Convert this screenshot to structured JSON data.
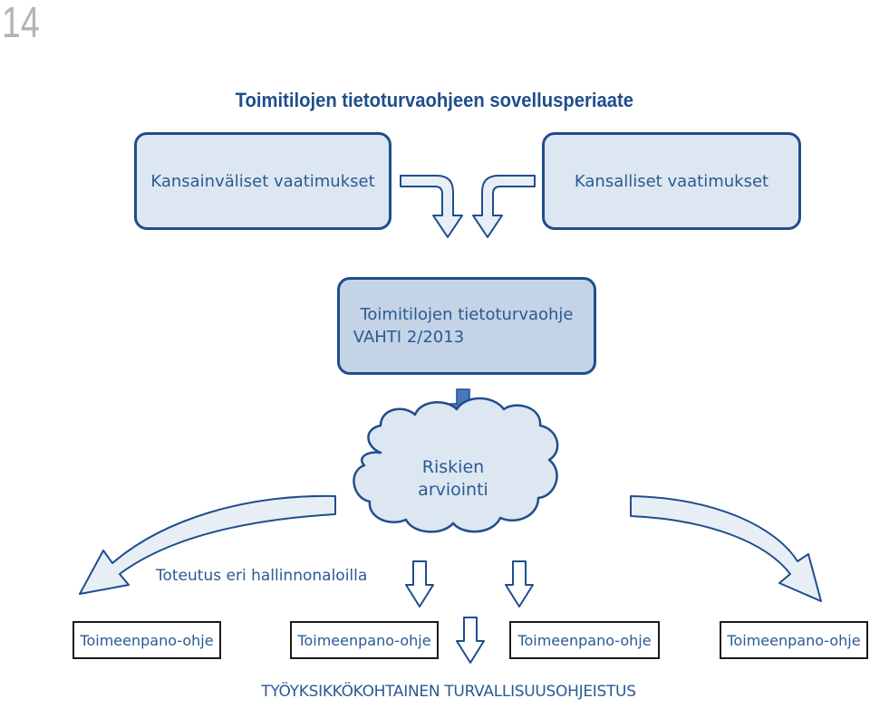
{
  "page_number": "14",
  "title": "Toimitilojen tietoturvaohjeen sovellusperiaate",
  "boxes": {
    "international": "Kansainväliset vaatimukset",
    "national": "Kansalliset vaatimukset",
    "guide_line1": "Toimitilojen tietoturvaohje",
    "guide_line2": "VAHTI 2/2013"
  },
  "cloud": {
    "line1": "Riskien",
    "line2": "arviointi"
  },
  "implementation_label": "Toteutus eri hallinnonaloilla",
  "instruction_boxes": [
    "Toimeenpano-ohje",
    "Toimeenpano-ohje",
    "Toimeenpano-ohje",
    "Toimeenpano-ohje"
  ],
  "footer": "TYÖYKSIKKÖKOHTAINEN TURVALLISUUSOHJEISTUS",
  "colors": {
    "primary": "#1f4e8c",
    "text": "#2a5a92",
    "box_light": "#dde7f2",
    "box_mid": "#c4d4e6",
    "arrow_fill": "#e8eef5",
    "arrow_solid": "#4a78b8"
  }
}
